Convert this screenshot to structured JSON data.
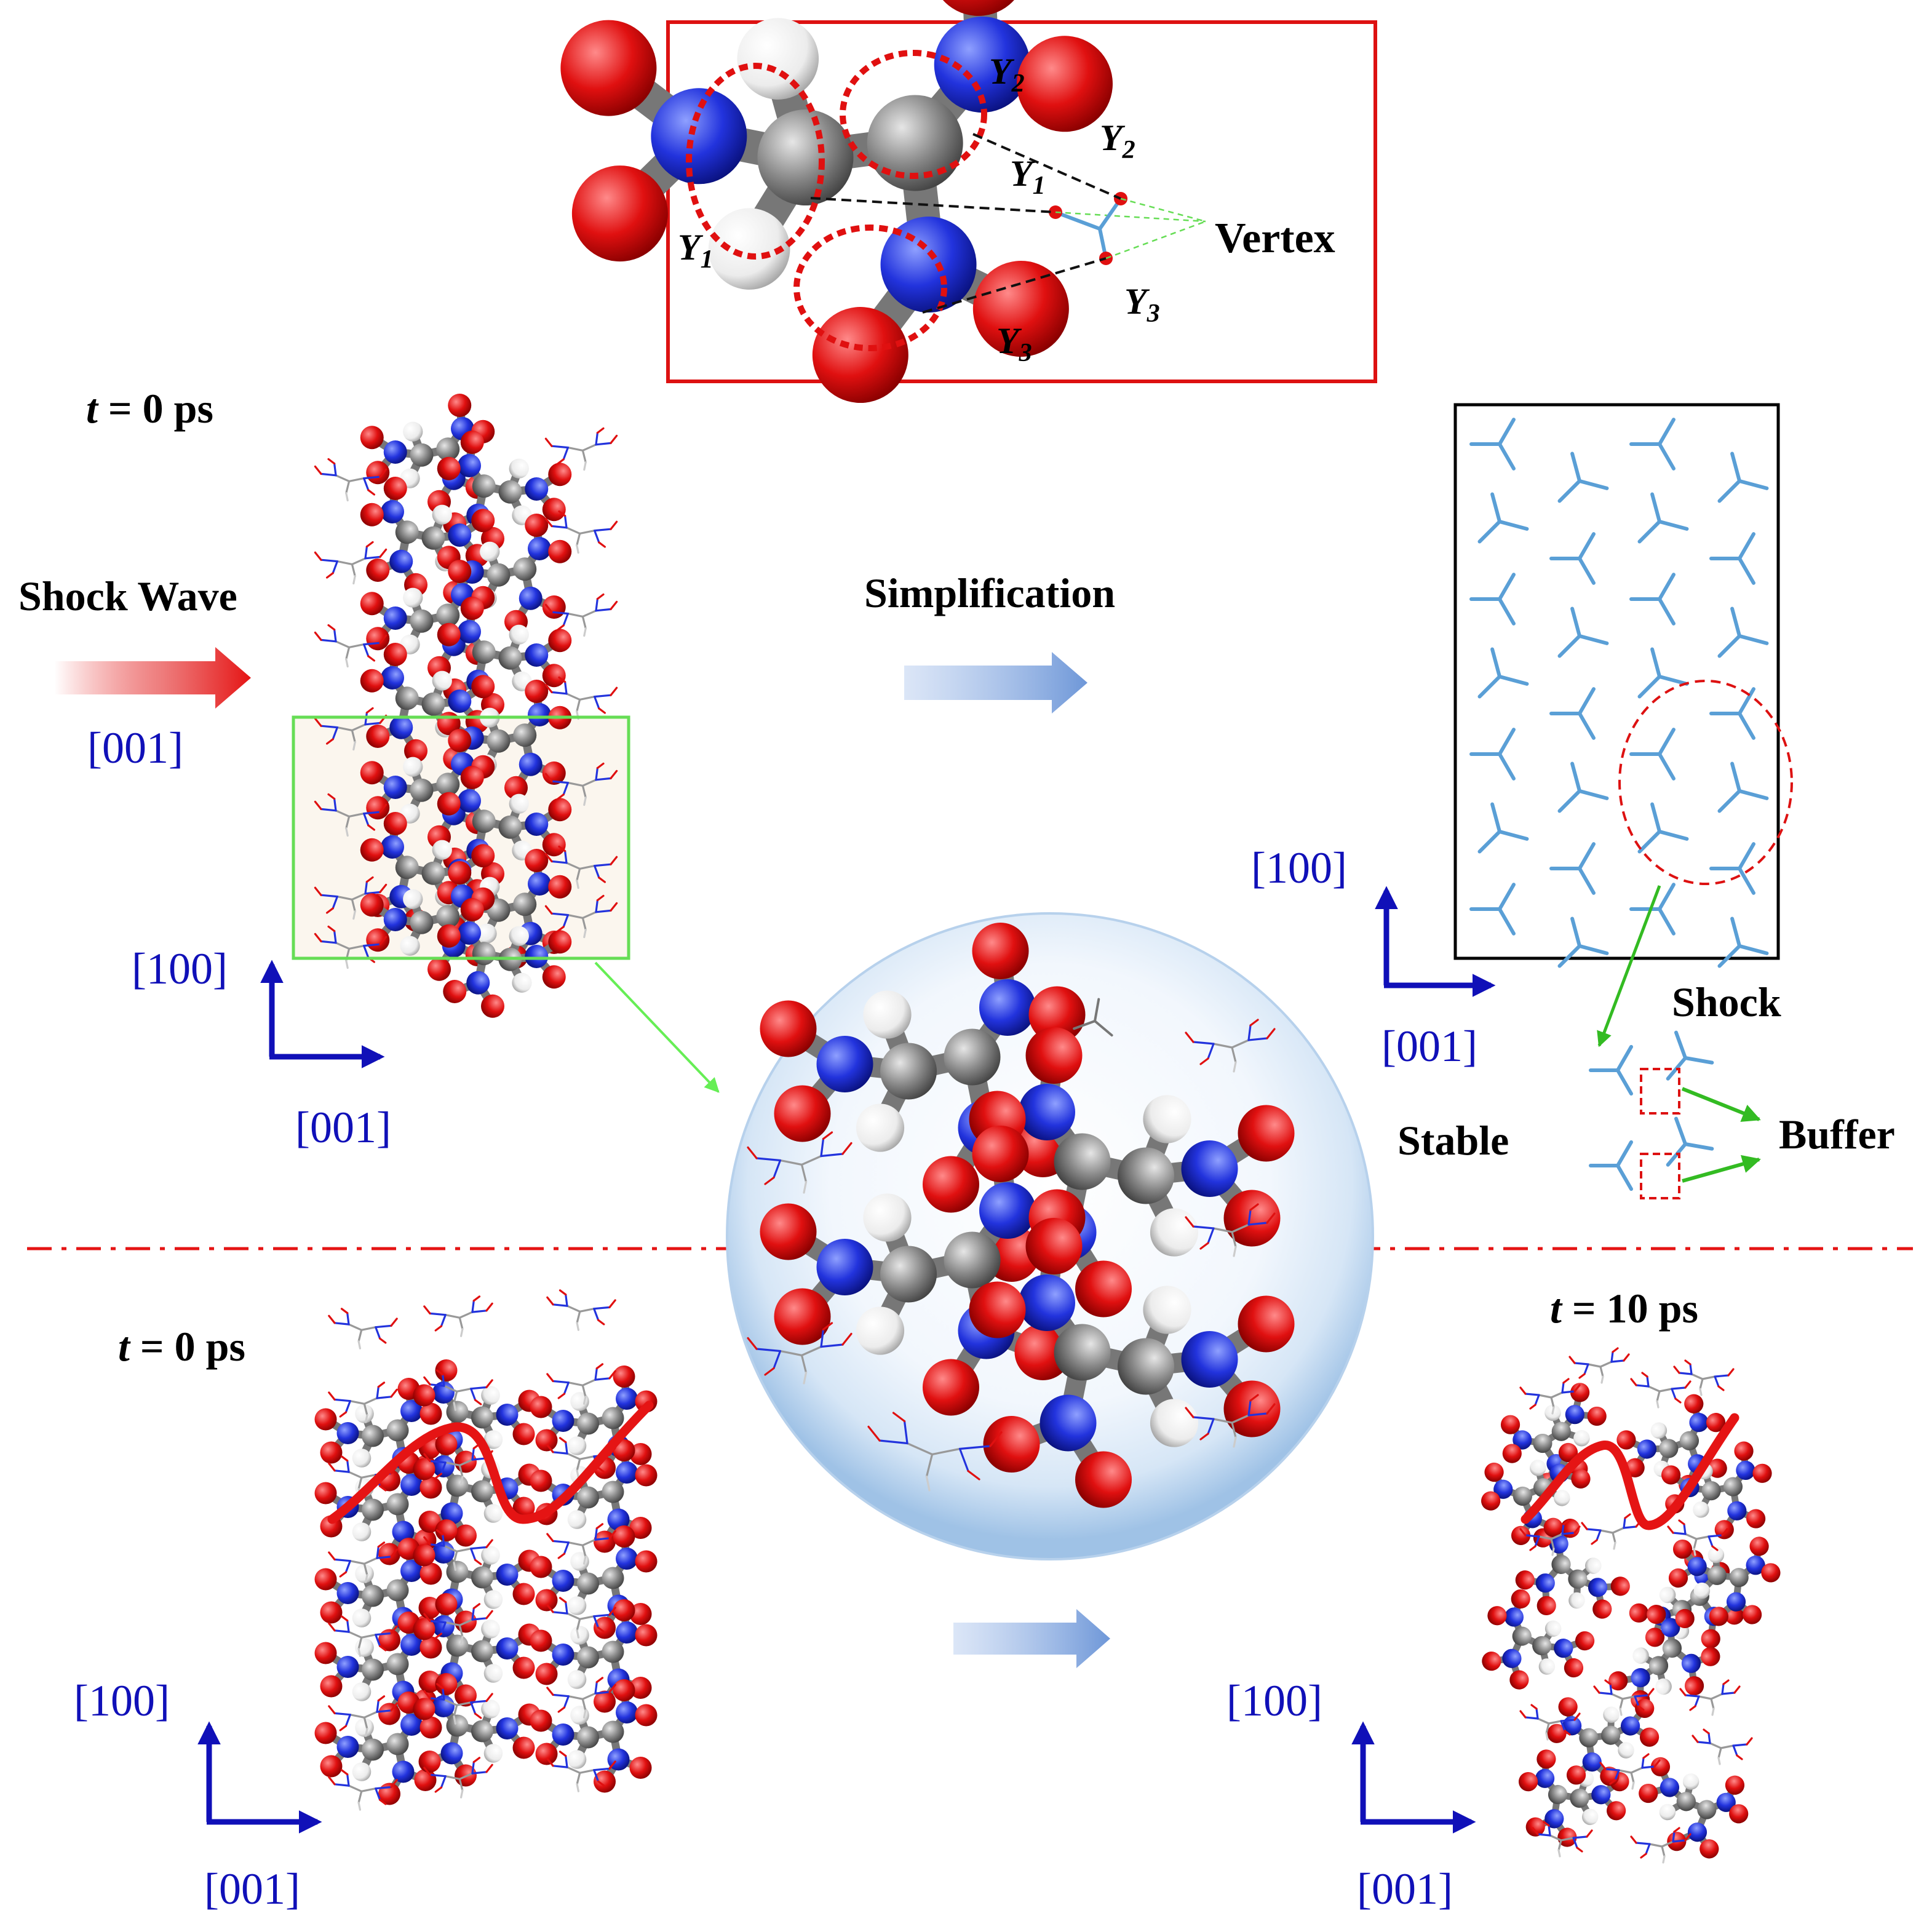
{
  "labels": {
    "shock_wave": "Shock Wave",
    "simplification": "Simplification",
    "vertex": "Vertex",
    "shock": "Shock",
    "stable": "Stable",
    "buffer": "Buffer",
    "t_symbol": "t",
    "time_zero": " = 0 ps",
    "time_ten": " = 10 ps",
    "y_base": "Y",
    "y1_sub": "1",
    "y2_sub": "2",
    "y3_sub": "3"
  },
  "axes": {
    "dir_100": "[100]",
    "dir_001": "[001]"
  },
  "colors": {
    "inset_border": "#dd1111",
    "highlight_box": "#66dd55",
    "arrow_green": "#33bb22",
    "axis_blue": "#1010b8",
    "simplified_molecule": "#5a9fd6",
    "shock_wave_red": "#e51414",
    "divider_red": "#e51414",
    "oxygen": "#e01010",
    "nitrogen": "#2233dd",
    "carbon": "#8a8a8a",
    "hydrogen": "#f2f2f2"
  }
}
